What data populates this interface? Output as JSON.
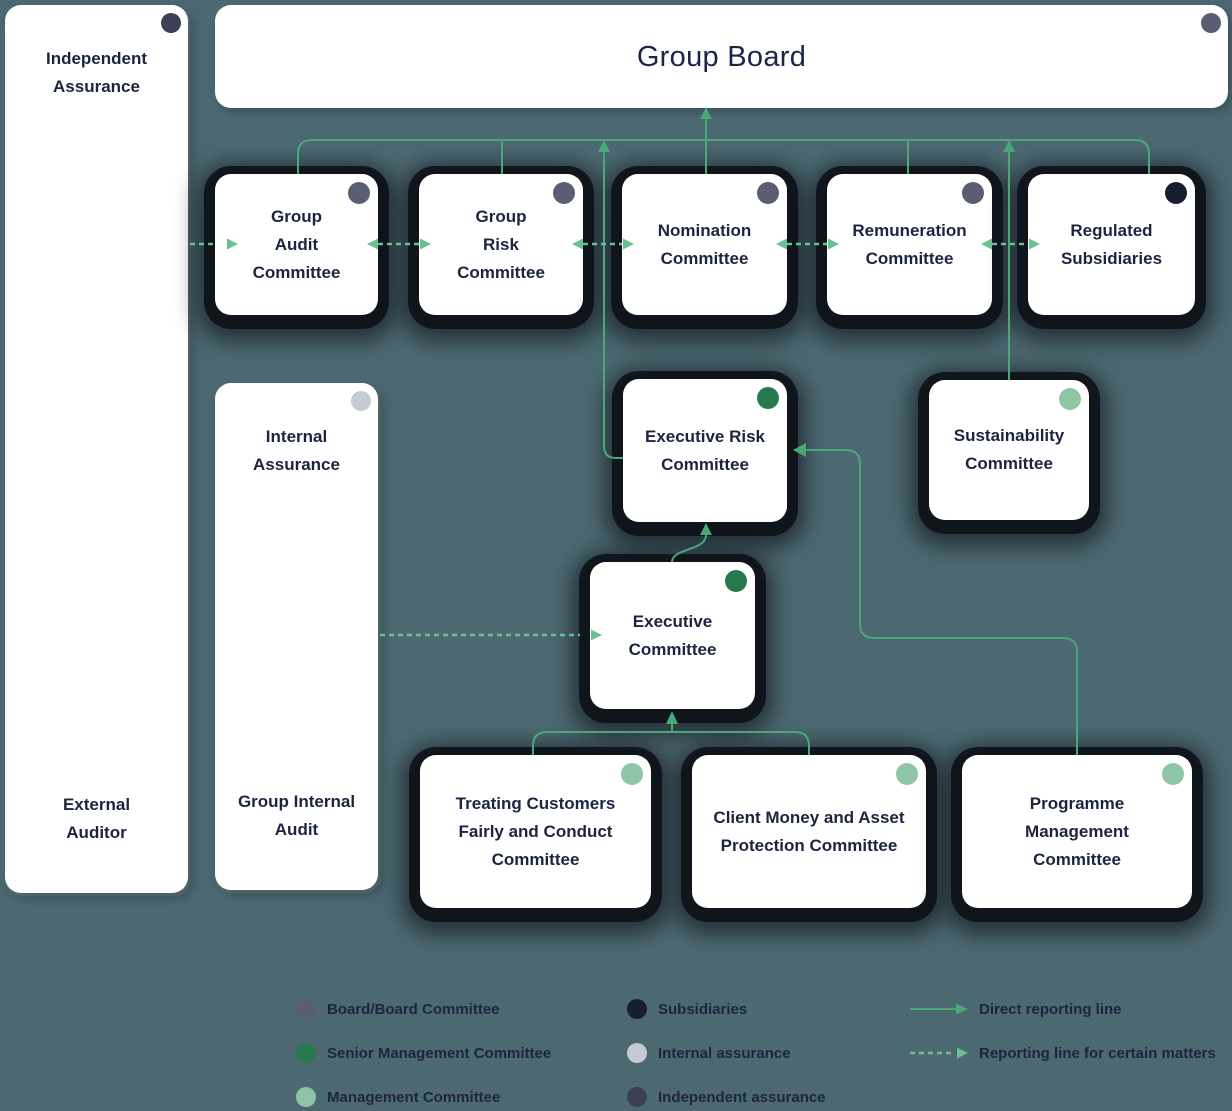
{
  "title": "Governance structure diagram",
  "colors": {
    "background": "#4c6971",
    "text": "#1d2440",
    "solid_line": "#4aa878",
    "dashed_line": "#68c093",
    "dot_board": "#5b5e72",
    "dot_senior": "#277a50",
    "dot_management": "#8ec5a7",
    "dot_subsidiaries": "#161e30",
    "dot_internal": "#c6cad2",
    "dot_independent": "#3c3f55"
  },
  "nodes": {
    "group_board": {
      "label": "Group Board",
      "category": "board"
    },
    "group_audit_committee": {
      "label": "Group\nAudit\nCommittee",
      "category": "board"
    },
    "group_risk_committee": {
      "label": "Group\nRisk\nCommittee",
      "category": "board"
    },
    "nomination_committee": {
      "label": "Nomination\nCommittee",
      "category": "board"
    },
    "remuneration_committee": {
      "label": "Remuneration\nCommittee",
      "category": "board"
    },
    "regulated_subsidiaries": {
      "label": "Regulated\nSubsidiaries",
      "category": "subsidiaries"
    },
    "executive_risk_committee": {
      "label": "Executive Risk\nCommittee",
      "category": "senior-management"
    },
    "sustainability_committee": {
      "label": "Sustainability\nCommittee",
      "category": "management"
    },
    "executive_committee": {
      "label": "Executive\nCommittee",
      "category": "senior-management"
    },
    "treating_customers_committee": {
      "label": "Treating Customers\nFairly and Conduct\nCommittee",
      "category": "management"
    },
    "client_money_committee": {
      "label": "Client Money and Asset\nProtection Committee",
      "category": "management"
    },
    "programme_management_committee": {
      "label": "Programme\nManagement\nCommittee",
      "category": "management"
    },
    "independent_assurance_panel": {
      "top_label": "Independent\nAssurance",
      "bottom_label": "External\nAuditor",
      "category": "independent-assurance"
    },
    "internal_assurance_panel": {
      "top_label": "Internal\nAssurance",
      "bottom_label": "Group Internal\nAudit",
      "category": "internal-assurance"
    }
  },
  "edges": [
    {
      "from": "board_committees_spine",
      "to": "group_board",
      "style": "solid",
      "note": "Group Audit, Group Risk, Nomination, Remuneration Committees and Regulated Subsidiaries report to Group Board"
    },
    {
      "from": "executive_risk_committee",
      "to": "group_board",
      "style": "solid"
    },
    {
      "from": "sustainability_committee",
      "to": "group_board",
      "style": "solid"
    },
    {
      "from": "executive_committee",
      "to": "executive_risk_committee",
      "style": "solid"
    },
    {
      "from": "treating_customers_committee",
      "to": "executive_committee",
      "style": "solid"
    },
    {
      "from": "client_money_committee",
      "to": "executive_committee",
      "style": "solid"
    },
    {
      "from": "programme_management_committee",
      "to": "executive_risk_committee",
      "style": "solid"
    },
    {
      "from": "independent_assurance_panel",
      "to": "group_audit_committee",
      "style": "dashed"
    },
    {
      "from": "group_audit_committee",
      "to": "group_risk_committee",
      "style": "dashed",
      "bidirectional": true
    },
    {
      "from": "group_risk_committee",
      "to": "nomination_committee",
      "style": "dashed",
      "bidirectional": true
    },
    {
      "from": "nomination_committee",
      "to": "remuneration_committee",
      "style": "dashed",
      "bidirectional": true
    },
    {
      "from": "remuneration_committee",
      "to": "regulated_subsidiaries",
      "style": "dashed",
      "bidirectional": true
    },
    {
      "from": "internal_assurance_panel",
      "to": "executive_committee",
      "style": "dashed"
    }
  ],
  "legend": {
    "col1": [
      {
        "category": "board",
        "label": "Board/Board Committee"
      },
      {
        "category": "senior-management",
        "label": "Senior Management Committee"
      },
      {
        "category": "management",
        "label": "Management Committee"
      }
    ],
    "col2": [
      {
        "category": "subsidiaries",
        "label": "Subsidiaries"
      },
      {
        "category": "internal-assurance",
        "label": "Internal assurance"
      },
      {
        "category": "independent-assurance",
        "label": "Independent assurance"
      }
    ],
    "col3": [
      {
        "style": "solid",
        "label": "Direct reporting line"
      },
      {
        "style": "dashed",
        "label": "Reporting line for certain matters"
      }
    ]
  }
}
